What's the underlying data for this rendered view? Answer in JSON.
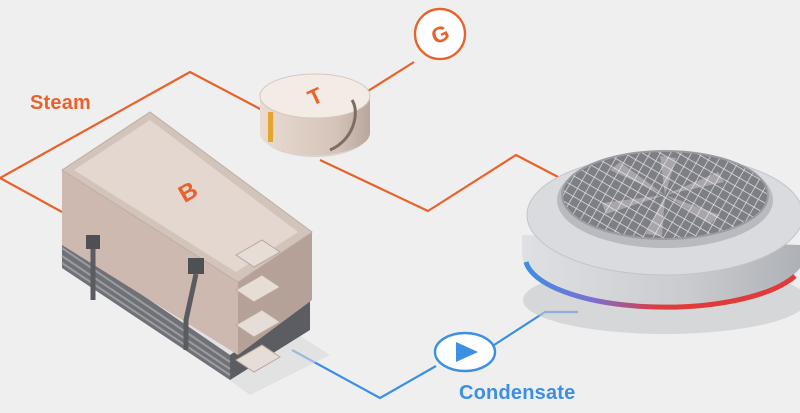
{
  "labels": {
    "steam": "Steam",
    "condensate": "Condensate"
  },
  "components": {
    "boiler": {
      "letter": "B"
    },
    "turbine": {
      "letter": "T"
    },
    "generator": {
      "letter": "G"
    },
    "pump": {
      "icon": "play-triangle-icon"
    },
    "cooling_tower": {
      "icon": "fan-grille-icon"
    }
  },
  "colors": {
    "steam_line": "#e8622c",
    "condensate_line": "#3c8fe3",
    "background": "#efeff0",
    "hot_band": "#e03a3a",
    "cold_band": "#3c8fe3"
  }
}
